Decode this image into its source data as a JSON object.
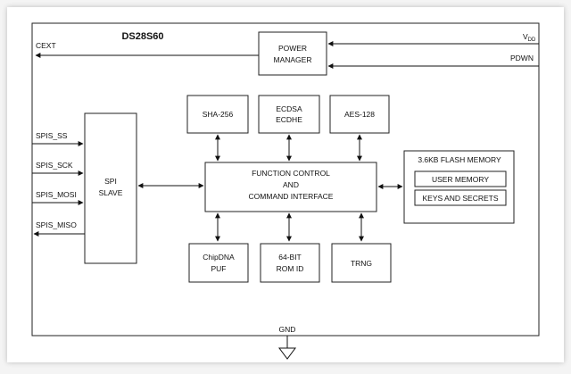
{
  "chip_title": "DS28S60",
  "blocks": {
    "power_manager": [
      "POWER",
      "MANAGER"
    ],
    "sha256": "SHA-256",
    "ecdsa": [
      "ECDSA",
      "ECDHE"
    ],
    "aes128": "AES-128",
    "spi_slave": [
      "SPI",
      "SLAVE"
    ],
    "function_control": [
      "FUNCTION CONTROL",
      "AND",
      "COMMAND INTERFACE"
    ],
    "flash_memory": "3.6KB FLASH MEMORY",
    "user_memory": "USER MEMORY",
    "keys_and_secrets": "KEYS AND SECRETS",
    "puf": [
      "ChipDNA",
      "PUF"
    ],
    "rom_id": [
      "64-BIT",
      "ROM ID"
    ],
    "trng": "TRNG"
  },
  "pins": {
    "cext": "CEXT",
    "vdd_main": "V",
    "vdd_sub": "DD",
    "pdwn": "PDWN",
    "spis_ss": "SPIS_SS",
    "spis_sck": "SPIS_SCK",
    "spis_mosi": "SPIS_MOSI",
    "spis_miso": "SPIS_MISO",
    "gnd": "GND"
  }
}
